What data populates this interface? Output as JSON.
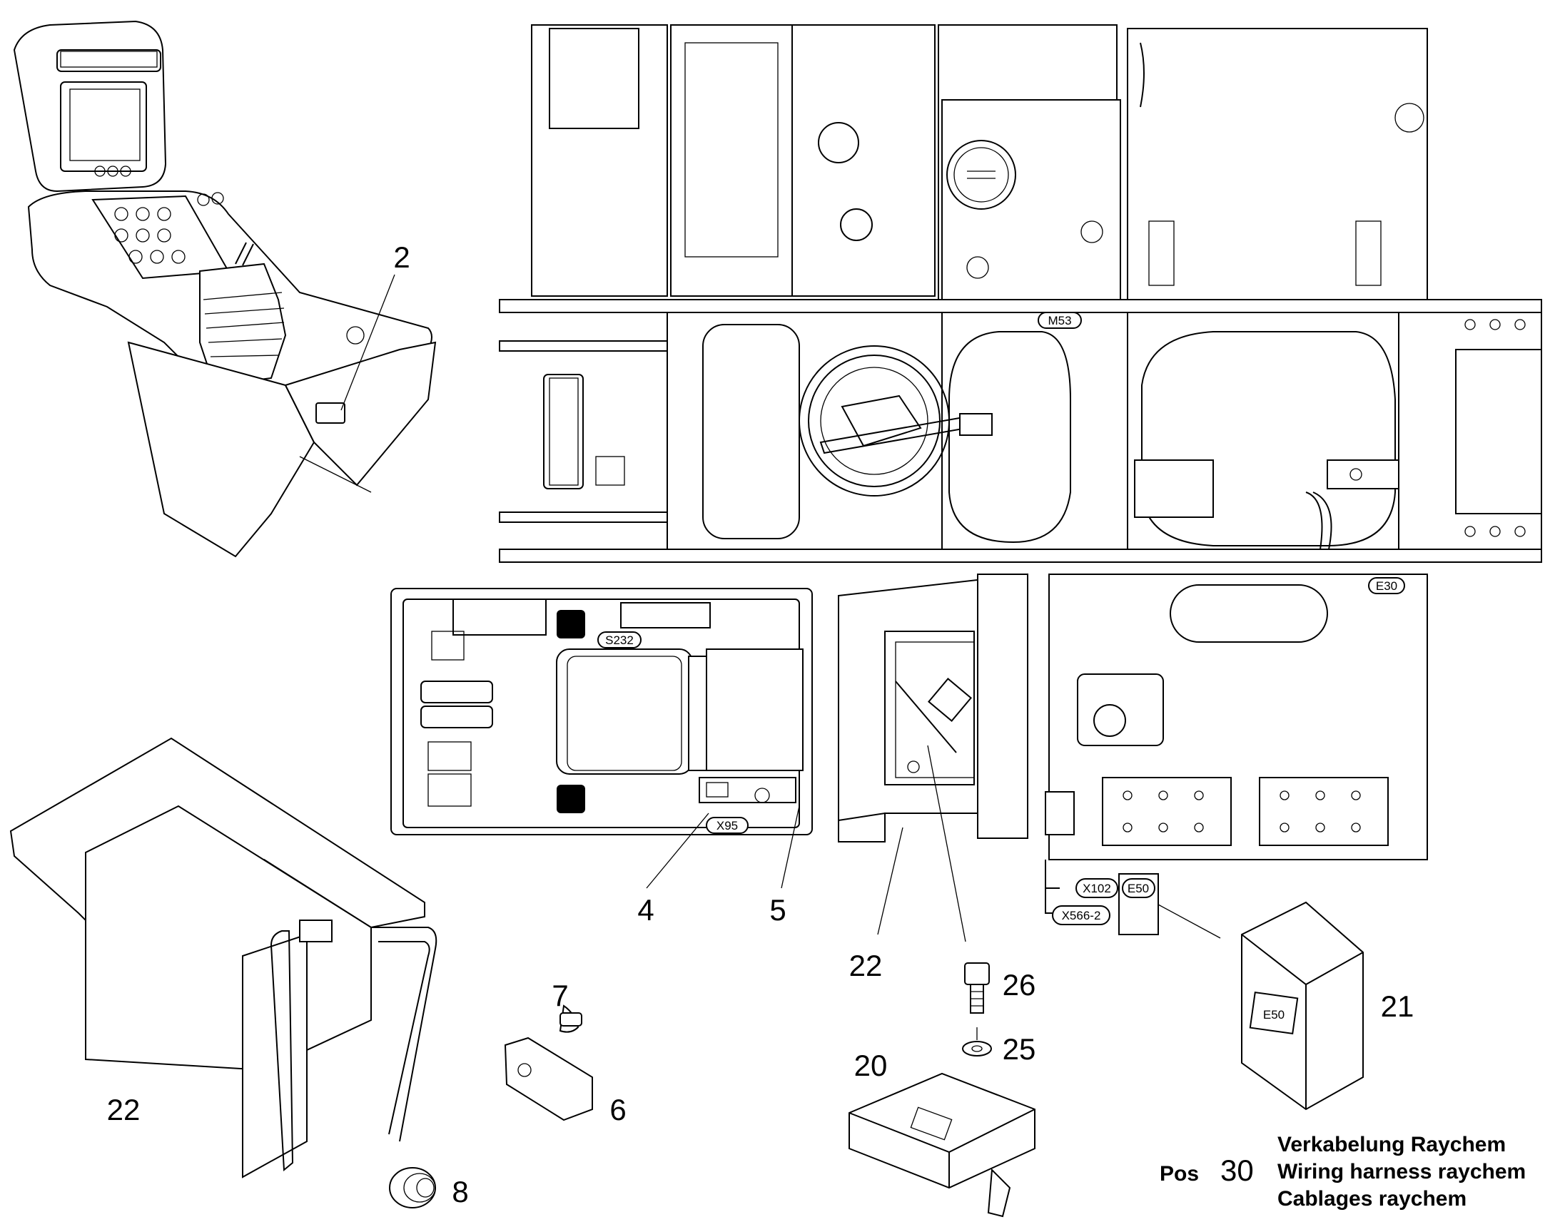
{
  "callouts": {
    "c2": "2",
    "c4": "4",
    "c5": "5",
    "c6": "6",
    "c7": "7",
    "c8": "8",
    "c20": "20",
    "c21": "21",
    "c22a": "22",
    "c22b": "22",
    "c25": "25",
    "c26": "26"
  },
  "connector_tags": {
    "m53": "M53",
    "s232": "S232",
    "x95": "X95",
    "e30": "E30",
    "x102": "X102",
    "e50": "E50",
    "x566": "X566-2",
    "box_label": "E50"
  },
  "legend": {
    "pos_label": "Pos",
    "pos_number": "30",
    "title_de": "Verkabelung Raychem",
    "title_en": "Wiring harness raychem",
    "title_fr": "Cablages raychem"
  }
}
